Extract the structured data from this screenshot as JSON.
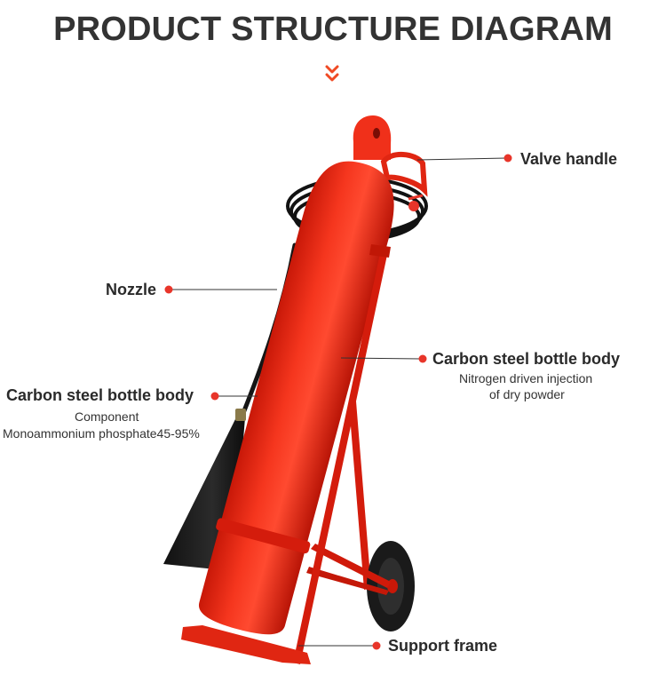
{
  "title": "PRODUCT STRUCTURE DIAGRAM",
  "colors": {
    "accent": "#f04a24",
    "cylinder": "#ee2a16",
    "text": "#333333",
    "pointer": "#e8352a"
  },
  "labels": {
    "valve_handle": "Valve handle",
    "nozzle": "Nozzle",
    "body_right": {
      "title": "Carbon steel bottle body",
      "line1": "Nitrogen driven injection",
      "line2": "of dry powder"
    },
    "body_left": {
      "title": "Carbon steel bottle body",
      "line1": "Component",
      "line2": "Monoammonium phosphate45-95%"
    },
    "support_frame": "Support frame"
  }
}
